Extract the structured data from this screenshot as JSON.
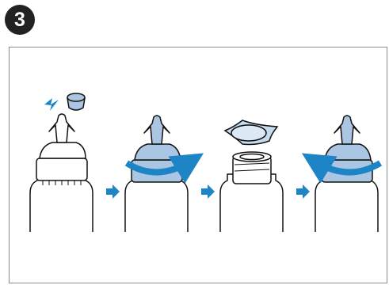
{
  "step": {
    "number": "3"
  },
  "colors": {
    "badge": "#222222",
    "frame": "#8a8a8a",
    "outline": "#111111",
    "accent_blue": "#1d84c6",
    "cap_blue": "#aac6e2",
    "seal": "#c6dbee"
  },
  "panels": [
    {
      "name": "remove-cap",
      "icon": "bottle-cap-removed-icon"
    },
    {
      "name": "twist-nozzle-clockwise",
      "icon": "rotate-clockwise-icon"
    },
    {
      "name": "remove-seal",
      "icon": "seal-film-icon"
    },
    {
      "name": "twist-nozzle-counterclockwise",
      "icon": "rotate-counterclockwise-icon"
    }
  ],
  "arrows": [
    "arrow-right-icon",
    "arrow-right-icon",
    "arrow-right-icon"
  ]
}
